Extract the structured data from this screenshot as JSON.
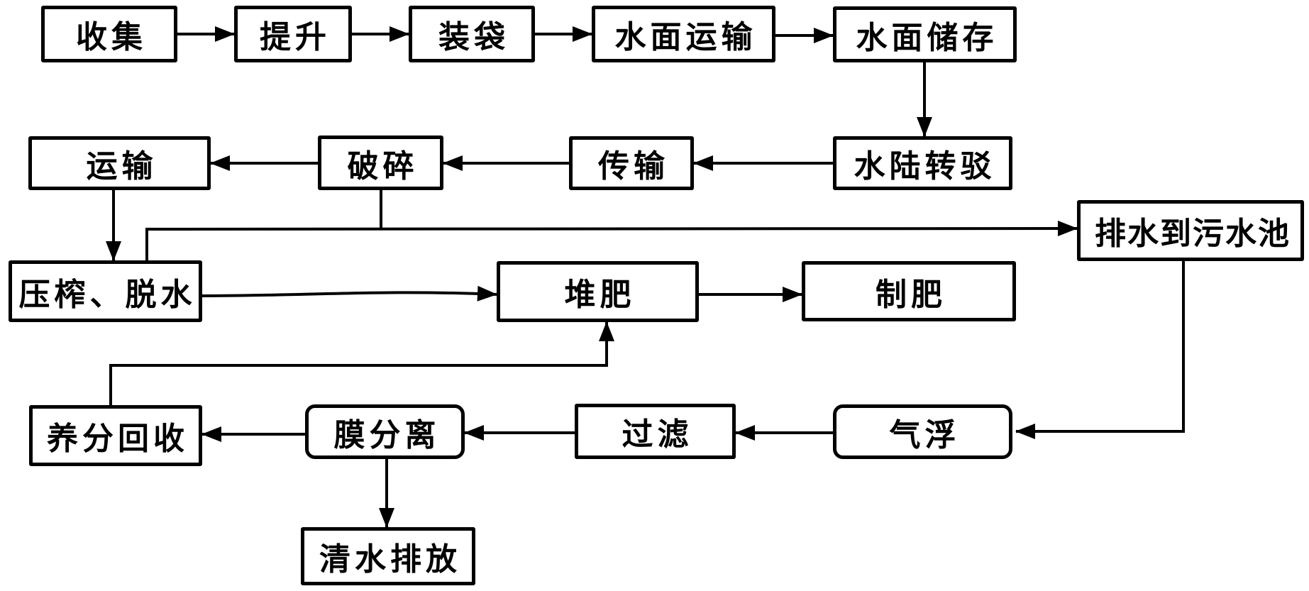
{
  "diagram": {
    "description": "Black-and-white process flowchart (aquatic plant / water-surface waste treatment line)",
    "nodes": [
      {
        "id": "collect",
        "label": "收集"
      },
      {
        "id": "lift",
        "label": "提升"
      },
      {
        "id": "bagging",
        "label": "装袋"
      },
      {
        "id": "surface-transport",
        "label": "水面运输"
      },
      {
        "id": "surface-storage",
        "label": "水面储存"
      },
      {
        "id": "transport",
        "label": "运输"
      },
      {
        "id": "crushing",
        "label": "破碎"
      },
      {
        "id": "conveying",
        "label": "传输"
      },
      {
        "id": "water-land-transfer",
        "label": "水陆转驳"
      },
      {
        "id": "drain-to-sewage-pool",
        "label": "排水到污水池"
      },
      {
        "id": "press-dewatering",
        "label": "压榨、脱水"
      },
      {
        "id": "composting",
        "label": "堆肥"
      },
      {
        "id": "fertilizer-making",
        "label": "制肥"
      },
      {
        "id": "nutrient-recovery",
        "label": "养分回收"
      },
      {
        "id": "membrane-separation",
        "label": "膜分离"
      },
      {
        "id": "filtration",
        "label": "过滤"
      },
      {
        "id": "air-flotation",
        "label": "气浮"
      },
      {
        "id": "clean-water-discharge",
        "label": "清水排放"
      }
    ],
    "edges": [
      {
        "from": "collect",
        "to": "lift"
      },
      {
        "from": "lift",
        "to": "bagging"
      },
      {
        "from": "bagging",
        "to": "surface-transport"
      },
      {
        "from": "surface-transport",
        "to": "surface-storage"
      },
      {
        "from": "surface-storage",
        "to": "water-land-transfer"
      },
      {
        "from": "water-land-transfer",
        "to": "conveying"
      },
      {
        "from": "conveying",
        "to": "crushing"
      },
      {
        "from": "crushing",
        "to": "transport"
      },
      {
        "from": "transport",
        "to": "press-dewatering"
      },
      {
        "from": "crushing",
        "to": "press-dewatering"
      },
      {
        "from": "crushing",
        "to": "drain-to-sewage-pool"
      },
      {
        "from": "press-dewatering",
        "to": "composting"
      },
      {
        "from": "composting",
        "to": "fertilizer-making"
      },
      {
        "from": "drain-to-sewage-pool",
        "to": "air-flotation"
      },
      {
        "from": "air-flotation",
        "to": "filtration"
      },
      {
        "from": "filtration",
        "to": "membrane-separation"
      },
      {
        "from": "membrane-separation",
        "to": "nutrient-recovery"
      },
      {
        "from": "nutrient-recovery",
        "to": "composting"
      },
      {
        "from": "membrane-separation",
        "to": "clean-water-discharge"
      }
    ],
    "colors": {
      "line": "#000000",
      "box_background": "#ffffff",
      "canvas": "#ffffff"
    }
  }
}
